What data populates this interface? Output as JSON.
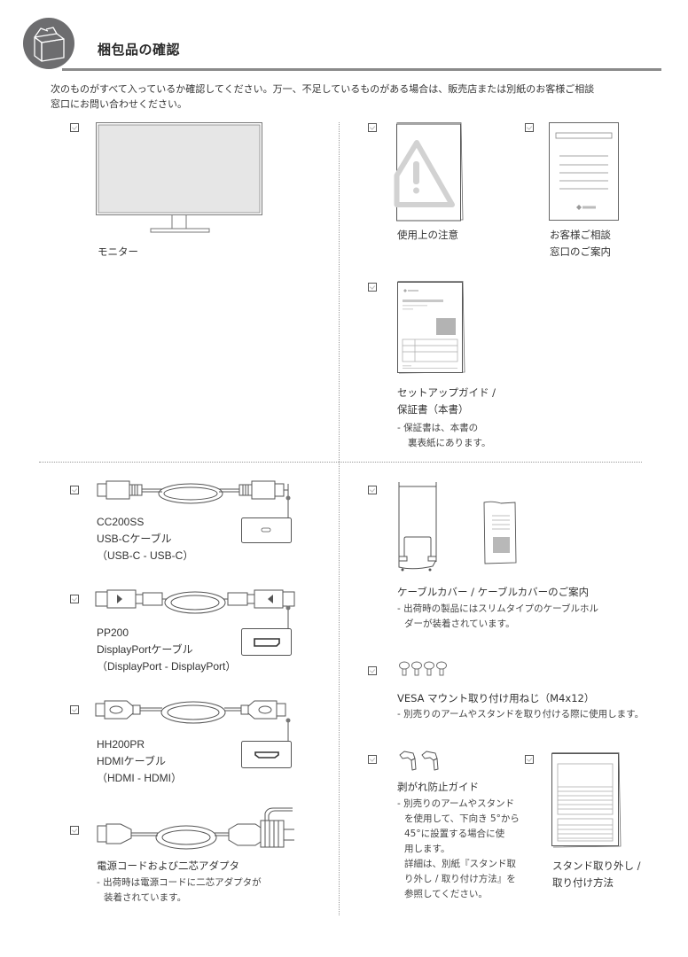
{
  "header": {
    "title": "梱包品の確認",
    "icon": "box-icon",
    "circle_color": "#6d6d6f",
    "rule_color": "#8a8a8a"
  },
  "intro": {
    "line1": "次のものがすべて入っているか確認してください。万一、不足しているものがある場合は、販売店または別紙のお客様ご相談",
    "line2": "窓口にお問い合わせください。"
  },
  "items": {
    "monitor": {
      "label": "モニター",
      "icon": "monitor-icon"
    },
    "precautions": {
      "label": "使用上の注意",
      "icon": "warning-booklet-icon"
    },
    "support": {
      "line1": "お客様ご相談",
      "line2": "窓口のご案内",
      "icon": "document-icon"
    },
    "setup_guide": {
      "line1": "セットアップガイド /",
      "line2": "保証書（本書）",
      "note1": "- 保証書は、本書の",
      "note2": "裏表紙にあります。",
      "icon": "guide-booklet-icon"
    },
    "usbc_cable": {
      "model": "CC200SS",
      "name": "USB-Cケーブル",
      "spec": "（USB-C - USB-C）",
      "icon": "usbc-cable-icon",
      "port_icon": "usbc-port-icon"
    },
    "dp_cable": {
      "model": "PP200",
      "name": "DisplayPortケーブル",
      "spec": "（DisplayPort - DisplayPort）",
      "icon": "displayport-cable-icon",
      "port_icon": "displayport-port-icon"
    },
    "hdmi_cable": {
      "model": "HH200PR",
      "name": "HDMIケーブル",
      "spec": "（HDMI - HDMI）",
      "icon": "hdmi-cable-icon",
      "port_icon": "hdmi-port-icon"
    },
    "power_cord": {
      "label": "電源コードおよび二芯アダプタ",
      "note1": "- 出荷時は電源コードに二芯アダプタが",
      "note2": "装着されています。",
      "icon": "power-cord-icon"
    },
    "cable_cover": {
      "label": "ケーブルカバー / ケーブルカバーのご案内",
      "note1": "- 出荷時の製品にはスリムタイプのケーブルホル",
      "note2": "ダーが装着されています。",
      "icon": "cable-cover-icon",
      "leaflet_icon": "leaflet-icon"
    },
    "vesa_screws": {
      "label": "VESA マウント取り付け用ねじ（M4x12）",
      "note": "- 別売りのアームやスタンドを取り付ける際に使用します。",
      "icon": "screws-icon"
    },
    "anti_peel_guide": {
      "label": "剥がれ防止ガイド",
      "notes": [
        "- 別売りのアームやスタンド",
        "を使用して、下向き 5°から",
        "45°に設置する場合に使",
        "用します。",
        "詳細は、別紙『スタンド取",
        "り外し / 取り付け方法』を",
        "参照してください。"
      ],
      "icon": "bracket-icon"
    },
    "stand_manual": {
      "line1": "スタンド取り外し /",
      "line2": "取り付け方法",
      "icon": "manual-icon"
    }
  }
}
